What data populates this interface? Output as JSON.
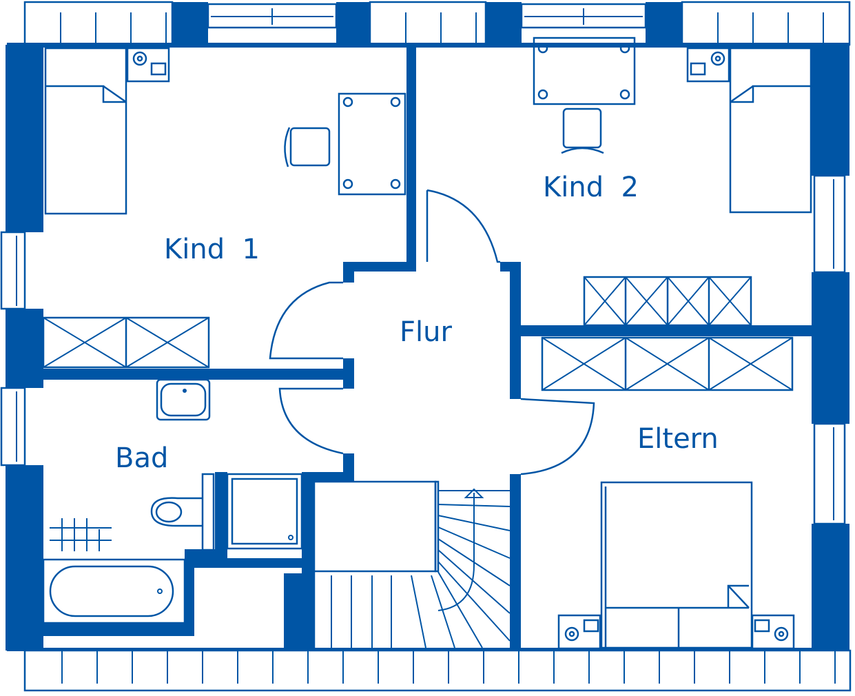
{
  "rooms": {
    "kind1": "Kind  1",
    "kind2": "Kind  2",
    "flur": "Flur",
    "bad": "Bad",
    "eltern": "Eltern"
  },
  "colors": {
    "wall": "#0055A5",
    "background": "#ffffff"
  },
  "icons": [
    "bed-icon",
    "desk-icon",
    "chair-icon",
    "wardrobe-icon",
    "washbasin-icon",
    "toilet-icon",
    "shower-icon",
    "bathtub-icon",
    "staircase-icon",
    "window-icon",
    "nightstand-icon"
  ]
}
